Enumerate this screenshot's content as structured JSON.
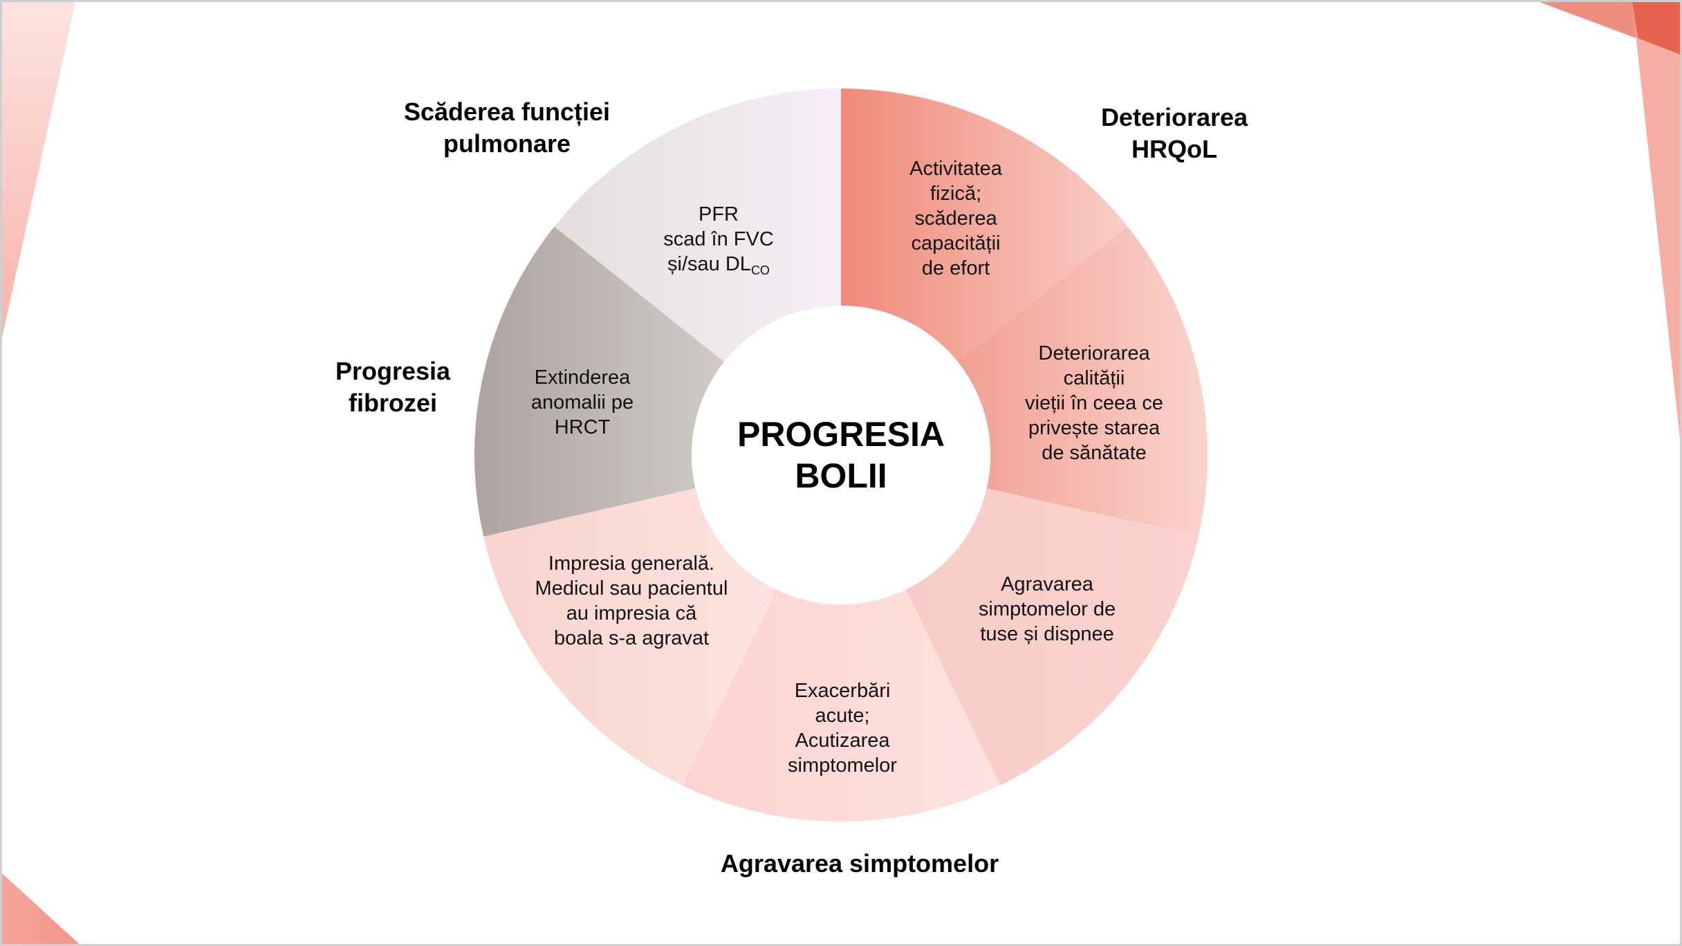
{
  "center": {
    "title": "PROGRESIA\nBOLII"
  },
  "categories": {
    "lung_function": "Scăderea funcției\npulmonare",
    "hrqol": "Deteriorarea\nHRQoL",
    "fibrosis": "Progresia\nfibrozei",
    "symptoms": "Agravarea simptomelor"
  },
  "segments": [
    {
      "id": "physical-activity",
      "text": "Activitatea\nfizică;\nscăderea\ncapacității\nde efort",
      "category": "Deteriorarea HRQoL",
      "color_from": "#EF8A78",
      "color_to": "#F9CEC7"
    },
    {
      "id": "quality-of-life",
      "text": "Deteriorarea\ncalității\nvieții în ceea ce\nprivește starea\nde sănătate",
      "category": "Deteriorarea HRQoL",
      "color_from": "#F2A092",
      "color_to": "#FAD3CD"
    },
    {
      "id": "cough-dyspnea",
      "text": "Agravarea\nsimptomelor de\ntuse și dispnee",
      "category": "Agravarea simptomelor",
      "color_from": "#F8CCC6",
      "color_to": "#FAD3CE"
    },
    {
      "id": "exacerbations",
      "text": "Exacerbări\nacute;\nAcutizarea\nsimptomelor",
      "category": "Agravarea simptomelor",
      "color_from": "#FDD3CF",
      "color_to": "#FDE2DF"
    },
    {
      "id": "general-impression",
      "text": "Impresia generală.\nMedicul sau pacientul\nau impresia că\nboala s-a agravat",
      "category": "Agravarea simptomelor",
      "color_from": "#F9D3CE",
      "color_to": "#FCE3DF"
    },
    {
      "id": "hrct",
      "text": "Extinderea\nanomalii pe\nHRCT",
      "category": "Progresia fibrozei",
      "color_from": "#ADA3A1",
      "color_to": "#D0CBC7"
    },
    {
      "id": "pfr",
      "text_main": "PFR\nscad în FVC\nși/sau DL",
      "text_sub": "CO",
      "category": "Scăderea funcției pulmonare",
      "color_from": "#E3DFDF",
      "color_to": "#F6EFF6"
    }
  ],
  "decor_colors": {
    "accent_dark": "#E8604F",
    "accent_mid": "#EE8C7E",
    "accent_light": "#F6AFA5",
    "accent_pale": "#FDE2DE"
  }
}
